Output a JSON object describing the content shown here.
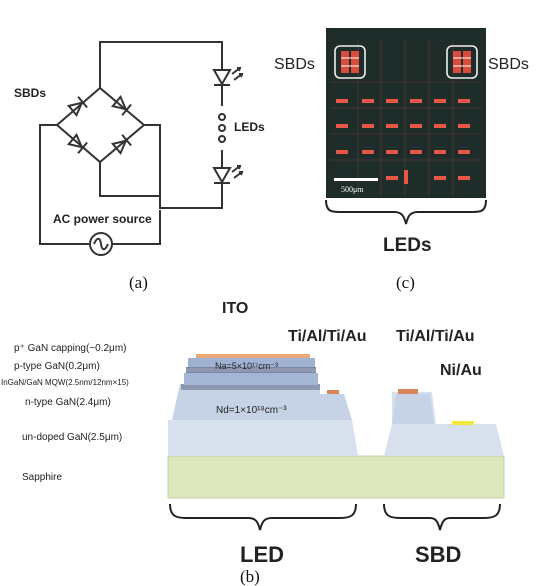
{
  "panel_a": {
    "caption": "(a)",
    "sbd_label": "SBDs",
    "leds_label": "LEDs",
    "source_label": "AC power source"
  },
  "panel_c": {
    "caption": "(c)",
    "sbd_left": "SBDs",
    "sbd_right": "SBDs",
    "scale_bar": "500μm",
    "leds_label": "LEDs"
  },
  "panel_b": {
    "caption": "(b)",
    "ito": "ITO",
    "led_contact": "Ti/Al/Ti/Au",
    "sbd_ohmic": "Ti/Al/Ti/Au",
    "sbd_schottky": "Ni/Au",
    "layers": {
      "capping": "p⁺ GaN capping(~0.2μm)",
      "p_type": "p-type GaN(0.2μm)",
      "mqw": "InGaN/GaN MQW(2.5nm/12nm×15)",
      "n_type": "n-type GaN(2.4μm)",
      "undoped": "un-doped GaN(2.5μm)",
      "substrate": "Sapphire"
    },
    "na_label": "Na=5×10¹⁷cm⁻³",
    "nd_label": "Nd=1×10¹⁸cm⁻³",
    "led_bracket": "LED",
    "sbd_bracket": "SBD"
  },
  "colors": {
    "chip_bg": "#1e2c2a",
    "led_glow": "#e8564a",
    "sapphire": "#dde7bc",
    "undoped": "#d7e1ee",
    "ntype": "#bfcde3",
    "ptype": "#9fb2d2",
    "mqw": "#7b87a0",
    "capping": "#e8a878",
    "schottky": "#f3e640"
  }
}
